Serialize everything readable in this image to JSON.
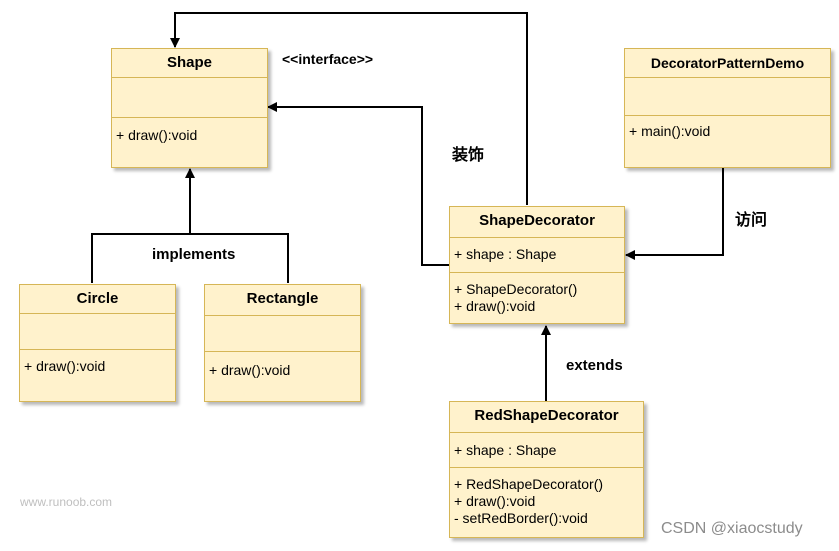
{
  "classes": {
    "shape": {
      "name": "Shape",
      "attributes": [],
      "methods": [
        "+ draw():void"
      ]
    },
    "circle": {
      "name": "Circle",
      "attributes": [],
      "methods": [
        "+ draw():void"
      ]
    },
    "rectangle": {
      "name": "Rectangle",
      "attributes": [],
      "methods": [
        "+ draw():void"
      ]
    },
    "shape_decorator": {
      "name": "ShapeDecorator",
      "attributes": [
        "+ shape : Shape"
      ],
      "methods": [
        "+ ShapeDecorator()",
        "+ draw():void"
      ]
    },
    "red_shape_decorator": {
      "name": "RedShapeDecorator",
      "attributes": [
        "+ shape : Shape"
      ],
      "methods": [
        "+ RedShapeDecorator()",
        "+ draw():void",
        "- setRedBorder():void"
      ]
    },
    "demo": {
      "name": "DecoratorPatternDemo",
      "attributes": [],
      "methods": [
        "+ main():void"
      ]
    }
  },
  "labels": {
    "interface": "<<interface>>",
    "decorate": "装饰",
    "implements": "implements",
    "access": "访问",
    "extends": "extends"
  },
  "watermarks": {
    "site": "www.runoob.com",
    "author": "CSDN @xiaocstudy"
  },
  "colors": {
    "class_fill": "#fff2cc",
    "class_border": "#d6b656",
    "line": "#000000"
  }
}
